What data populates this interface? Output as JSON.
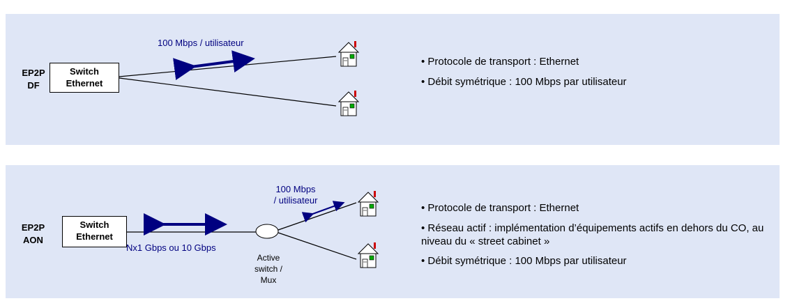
{
  "top_dp": {
    "tech_line1": "EP2P",
    "tech_line2": "DF",
    "switch_line1": "Switch",
    "switch_line2": "Ethernet",
    "speed_label": "100 Mbps / utilisateur",
    "bullets": [
      "Protocole de transport : Ethernet",
      "Débit symétrique : 100 Mbps par utilisateur"
    ]
  },
  "bottom_aon": {
    "tech_line1": "EP2P",
    "tech_line2": "AON",
    "switch_line1": "Switch",
    "switch_line2": "Ethernet",
    "backbone_label": "Nx1 Gbps ou 10 Gbps",
    "speed_line1": "100 Mbps",
    "speed_line2": "/ utilisateur",
    "active_line1": "Active",
    "active_line2": "switch /",
    "active_line3": "Mux",
    "bullets": [
      "Protocole de transport : Ethernet",
      "Réseau actif : implémentation d’équipements actifs en dehors du CO, au niveau du « street cabinet »",
      "Débit symétrique : 100 Mbps par utilisateur"
    ]
  },
  "colors": {
    "panel": "#dfe6f6",
    "arrow": "#000080",
    "chimney": "#cc0000",
    "window": "#00aa00"
  },
  "icons": [
    "house-icon",
    "double-arrow-icon",
    "active-switch-icon"
  ]
}
